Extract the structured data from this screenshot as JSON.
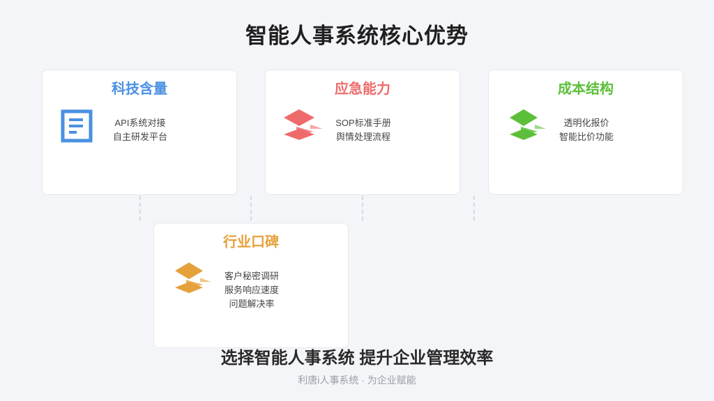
{
  "title": "智能人事系统核心优势",
  "cards": [
    {
      "title": "科技含量",
      "color": "#4a90e2",
      "icon": "document-list-icon",
      "lines": [
        "API系统对接",
        "自主研发平台"
      ]
    },
    {
      "title": "应急能力",
      "color": "#ef6b6b",
      "icon": "layered-diamond-icon",
      "lines": [
        "SOP标准手册",
        "舆情处理流程"
      ]
    },
    {
      "title": "成本结构",
      "color": "#5cbf3a",
      "icon": "layered-diamond-icon",
      "lines": [
        "透明化报价",
        "智能比价功能"
      ]
    },
    {
      "title": "行业口碑",
      "color": "#e5a13b",
      "icon": "layered-diamond-icon",
      "lines": [
        "客户秘密调研",
        "服务响应速度",
        "问题解决率"
      ]
    }
  ],
  "slogan": "选择智能人事系统 提升企业管理效率",
  "footer": "利唐i人事系统 · 为企业赋能"
}
